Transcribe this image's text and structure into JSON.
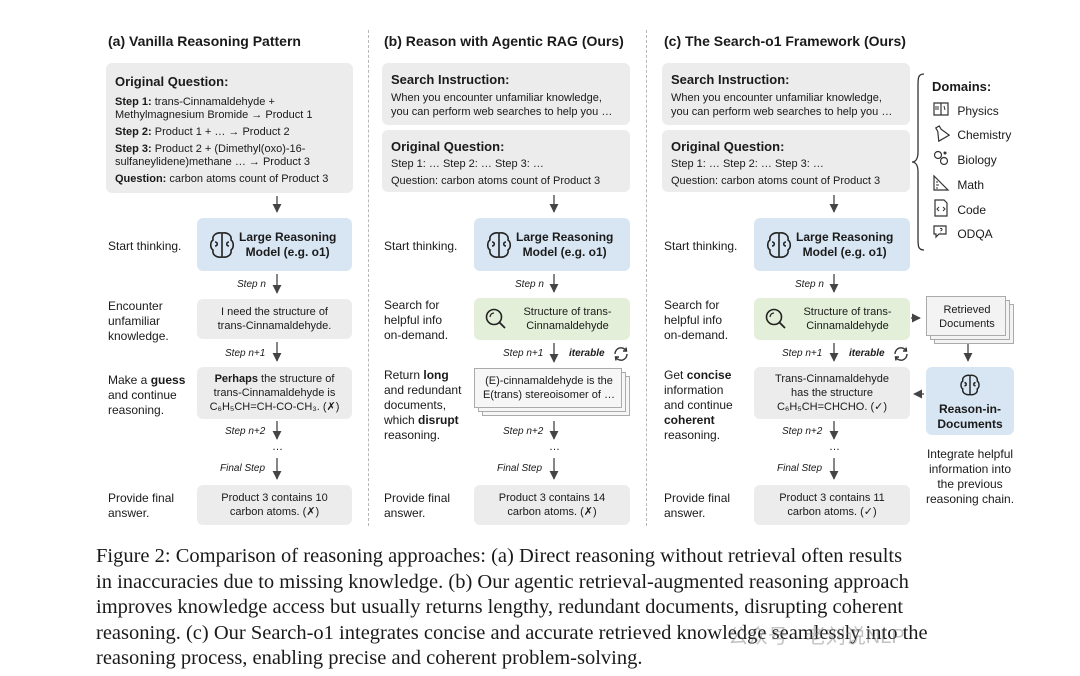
{
  "panels": {
    "a": {
      "title": "(a) Vanilla Reasoning Pattern",
      "question": {
        "header": "Original Question:",
        "step1_label": "Step 1:",
        "step1_text": " trans-Cinnamaldehyde +",
        "step1_line2": "Methylmagnesium Bromide → Product 1",
        "step2_label": "Step 2:",
        "step2_text": " Product 1 + … → Product 2",
        "step3_label": "Step 3:",
        "step3_text": " Product 2 + (Dimethyl(oxo)-16-",
        "step3_line2": "sulfaneylidene)methane … → Product 3",
        "q_label": "Question:",
        "q_text": " carbon atoms count of Product 3"
      },
      "start": "Start thinking.",
      "model_line1": "Large Reasoning",
      "model_line2": "Model (e.g. o1)",
      "step_n": "Step n",
      "encounter": [
        "Encounter",
        "unfamiliar",
        "knowledge."
      ],
      "need_line1": "I need the structure of",
      "need_line2": "trans-Cinnamaldehyde.",
      "step_n1": "Step n+1",
      "guess_pre": "Make a ",
      "guess_bold": "guess",
      "guess_rest": [
        "and continue",
        "reasoning."
      ],
      "perhaps_bold": "Perhaps",
      "perhaps_rest": " the structure of",
      "perhaps_line2": "trans-Cinnamaldehyde is",
      "perhaps_line3": "C₆H₅CH=CH-CO-CH₃. (✗)",
      "step_n2": "Step n+2",
      "dots": "…",
      "final_step": "Final Step",
      "provide": [
        "Provide final",
        "answer."
      ],
      "answer_line1": "Product 3 contains 10",
      "answer_line2": "carbon atoms. (✗)"
    },
    "b": {
      "title": "(b) Reason with Agentic RAG (Ours)",
      "instr_header": "Search Instruction:",
      "instr_line1": "When you encounter unfamiliar knowledge,",
      "instr_line2": "you can perform web searches to help you …",
      "q_header": "Original Question:",
      "q_line1": "Step 1: … Step 2: … Step 3: …",
      "q_line2": "Question: carbon atoms count of Product 3",
      "start": "Start thinking.",
      "model_line1": "Large Reasoning",
      "model_line2": "Model (e.g. o1)",
      "step_n": "Step n",
      "search": [
        "Search for",
        "helpful info",
        "on-demand."
      ],
      "search_line1": "Structure of trans-",
      "search_line2": "Cinnamaldehyde",
      "step_n1": "Step n+1",
      "iterable": "iterable",
      "ret_pre": "Return ",
      "ret_bold1": "long",
      "ret_line2": "and redundant",
      "ret_line3": "documents,",
      "ret_line4_pre": "which ",
      "ret_bold2": "disrupt",
      "ret_line5": "reasoning.",
      "doc_line1": "(E)-cinnamaldehyde is the",
      "doc_line2": "E(trans) stereoisomer of …",
      "step_n2": "Step n+2",
      "dots": "…",
      "final_step": "Final Step",
      "provide": [
        "Provide final",
        "answer."
      ],
      "answer_line1": "Product 3 contains 14",
      "answer_line2": "carbon atoms. (✗)"
    },
    "c": {
      "title": "(c) The Search-o1 Framework (Ours)",
      "instr_header": "Search Instruction:",
      "instr_line1": "When you encounter unfamiliar knowledge,",
      "instr_line2": "you can perform web searches to help you …",
      "q_header": "Original Question:",
      "q_line1": "Step 1: … Step 2: … Step 3: …",
      "q_line2": "Question: carbon atoms count of Product 3",
      "start": "Start thinking.",
      "model_line1": "Large Reasoning",
      "model_line2": "Model (e.g. o1)",
      "step_n": "Step n",
      "search": [
        "Search for",
        "helpful info",
        "on-demand."
      ],
      "search_line1": "Structure of trans-",
      "search_line2": "Cinnamaldehyde",
      "retrieved_line1": "Retrieved",
      "retrieved_line2": "Documents",
      "step_n1": "Step n+1",
      "iterable": "iterable",
      "get_line1_pre": "Get ",
      "get_bold1": "concise",
      "get_line2": "information",
      "get_line3": "and continue",
      "get_bold2": "coherent",
      "get_line5": "reasoning.",
      "res_line1": "Trans-Cinnamaldehyde",
      "res_line2": "has the structure",
      "res_line3": "C₆H₅CH=CHCHO. (✓)",
      "rid_line1": "Reason-in-",
      "rid_line2": "Documents",
      "integrate": [
        "Integrate helpful",
        "information into",
        "the previous",
        "reasoning chain."
      ],
      "step_n2": "Step n+2",
      "dots": "…",
      "final_step": "Final Step",
      "provide": [
        "Provide final",
        "answer."
      ],
      "answer_line1": "Product 3 contains 11",
      "answer_line2": "carbon atoms. (✓)",
      "domains_header": "Domains:",
      "domains": [
        {
          "label": "Physics",
          "icon": "physics-icon"
        },
        {
          "label": "Chemistry",
          "icon": "chemistry-icon"
        },
        {
          "label": "Biology",
          "icon": "biology-icon"
        },
        {
          "label": "Math",
          "icon": "math-icon"
        },
        {
          "label": "Code",
          "icon": "code-icon"
        },
        {
          "label": "ODQA",
          "icon": "odqa-icon"
        }
      ]
    }
  },
  "caption": [
    "Figure 2: Comparison of reasoning approaches: (a) Direct reasoning without retrieval often results",
    "in inaccuracies due to missing knowledge. (b) Our agentic retrieval-augmented reasoning approach",
    "improves knowledge access but usually returns lengthy, redundant documents, disrupting coherent",
    "reasoning. (c) Our Search-o1 integrates concise and accurate retrieved knowledge seamlessly into the",
    "reasoning process, enabling precise and coherent problem-solving."
  ],
  "watermark": "公众号 · 老刘说NLP"
}
